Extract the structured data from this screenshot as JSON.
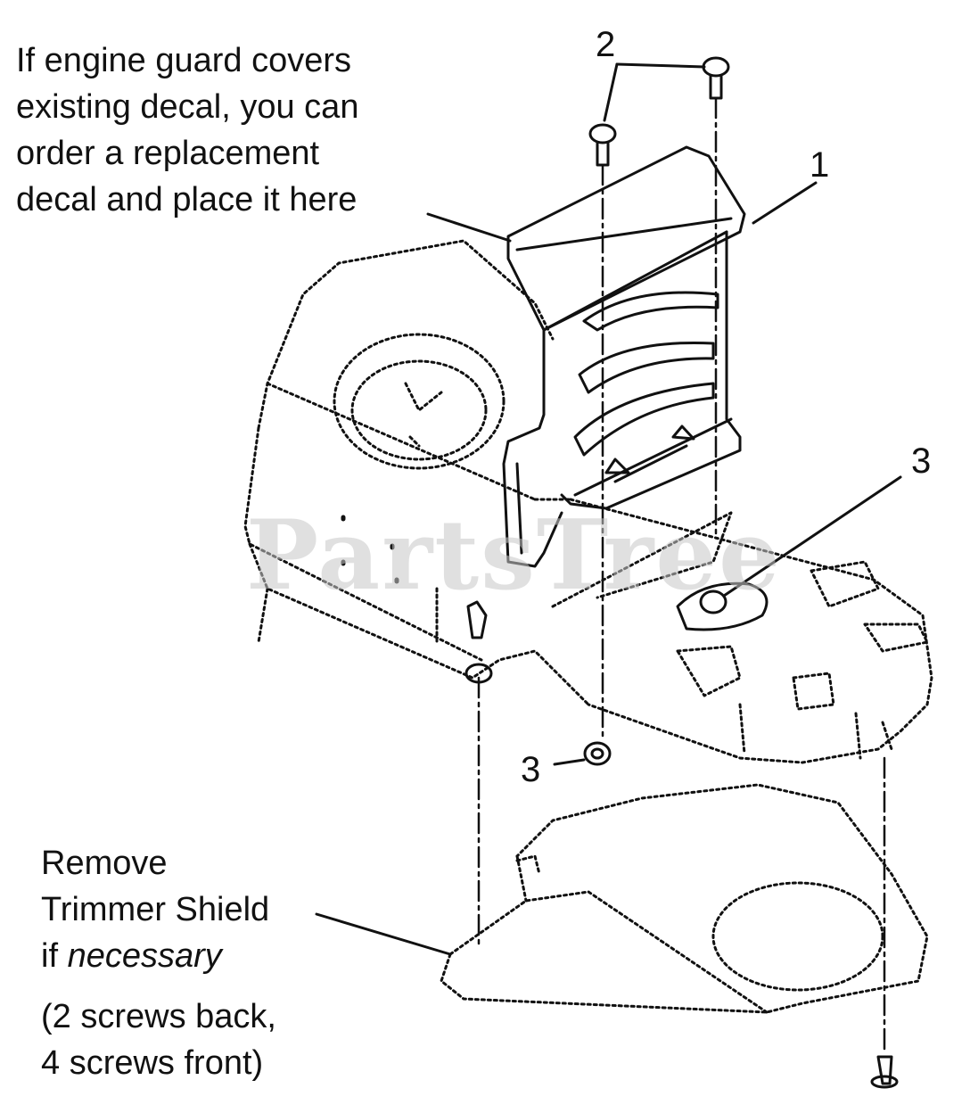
{
  "callouts": {
    "decal_note": [
      "If engine guard covers",
      "existing decal, you can",
      "order a replacement",
      "decal and place it here"
    ],
    "remove_note": [
      "Remove",
      "Trimmer Shield",
      "if necessary"
    ],
    "remove_note_parts": {
      "prefix": "if ",
      "italic": "necessary"
    },
    "screws_note": [
      "(2 screws back,",
      "4 screws front)"
    ]
  },
  "part_numbers": {
    "guard": "1",
    "screws": "2",
    "nut_right": "3",
    "nut_left": "3"
  },
  "watermark": "PartsTree"
}
